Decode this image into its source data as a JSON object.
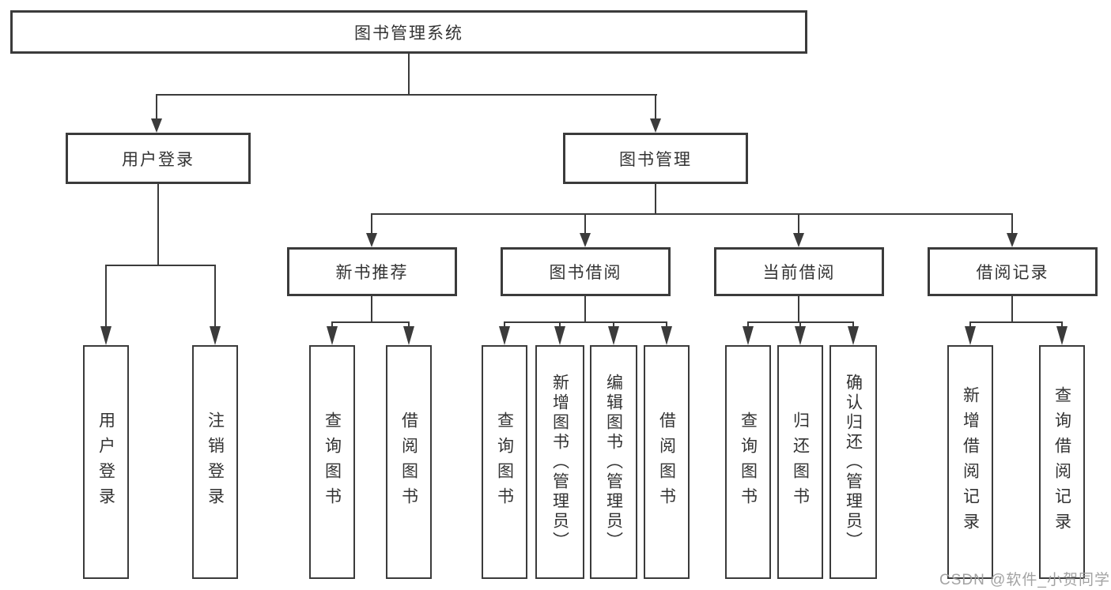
{
  "tree": {
    "root": "图书管理系统",
    "user_login": {
      "label": "用户登录",
      "children": [
        "用户登录",
        "注销登录"
      ]
    },
    "book_mgmt": {
      "label": "图书管理",
      "sections": [
        {
          "label": "新书推荐",
          "children": [
            "查询图书",
            "借阅图书"
          ]
        },
        {
          "label": "图书借阅",
          "children": [
            "查询图书",
            "新增图书（管理员）",
            "编辑图书（管理员）",
            "借阅图书"
          ]
        },
        {
          "label": "当前借阅",
          "children": [
            "查询图书",
            "归还图书",
            "确认归还（管理员）"
          ]
        },
        {
          "label": "借阅记录",
          "children": [
            "新增借阅记录",
            "查询借阅记录"
          ]
        }
      ]
    }
  },
  "watermark": "CSDN @软件_小贺同学",
  "colors": {
    "line": "#3b3b3b",
    "text": "#333333",
    "background": "#ffffff",
    "watermark": "#9e9e9e"
  }
}
